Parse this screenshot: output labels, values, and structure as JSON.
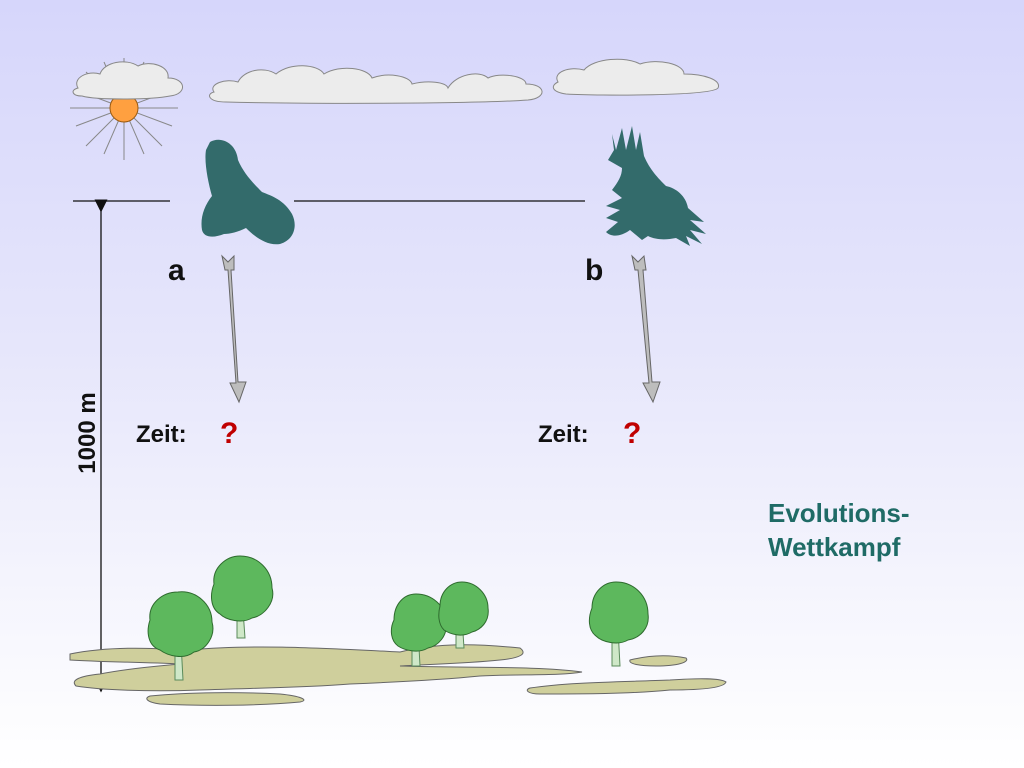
{
  "diagram": {
    "label_a": "a",
    "label_b": "b",
    "time_label_a": "Zeit:",
    "time_label_b": "Zeit:",
    "time_value_a": "?",
    "time_value_b": "?",
    "height_label": "1000 m",
    "title_line1": "Evolutions-",
    "title_line2": "Wettkampf"
  },
  "colors": {
    "bird": "#336b6b",
    "question": "#c00000",
    "title": "#1f6b66",
    "ground": "#cfcf9c",
    "tree_foliage": "#5db85d",
    "sun": "#ffa040",
    "cloud": "#ececec"
  }
}
